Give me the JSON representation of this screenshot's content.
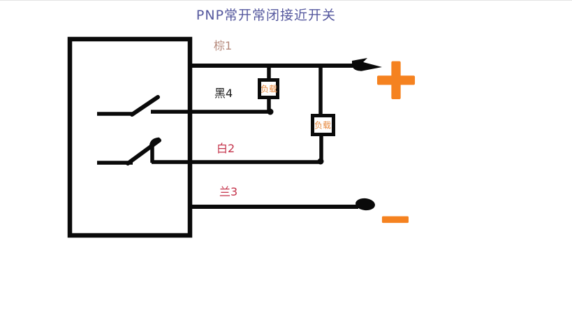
{
  "title": "PNP常开常闭接近开关",
  "colors": {
    "title": "#55589e",
    "line": "#0a0a0a",
    "brown_label": "#b5897b",
    "black_label": "#1c1c1c",
    "white_label": "#c4324a",
    "blue_label": "#c4324a",
    "load_text": "#e6893f",
    "polarity": "#f58220"
  },
  "sensor": {
    "type": "proximity-switch",
    "contacts": [
      "normally-open",
      "normally-closed"
    ]
  },
  "wires": {
    "brown": {
      "label": "棕1"
    },
    "black": {
      "label": "黑4"
    },
    "white": {
      "label": "白2"
    },
    "blue": {
      "label": "兰3"
    }
  },
  "loads": {
    "load1": {
      "label": "负载"
    },
    "load2": {
      "label": "负载"
    }
  },
  "polarity": {
    "positive": "+",
    "negative": "−"
  }
}
